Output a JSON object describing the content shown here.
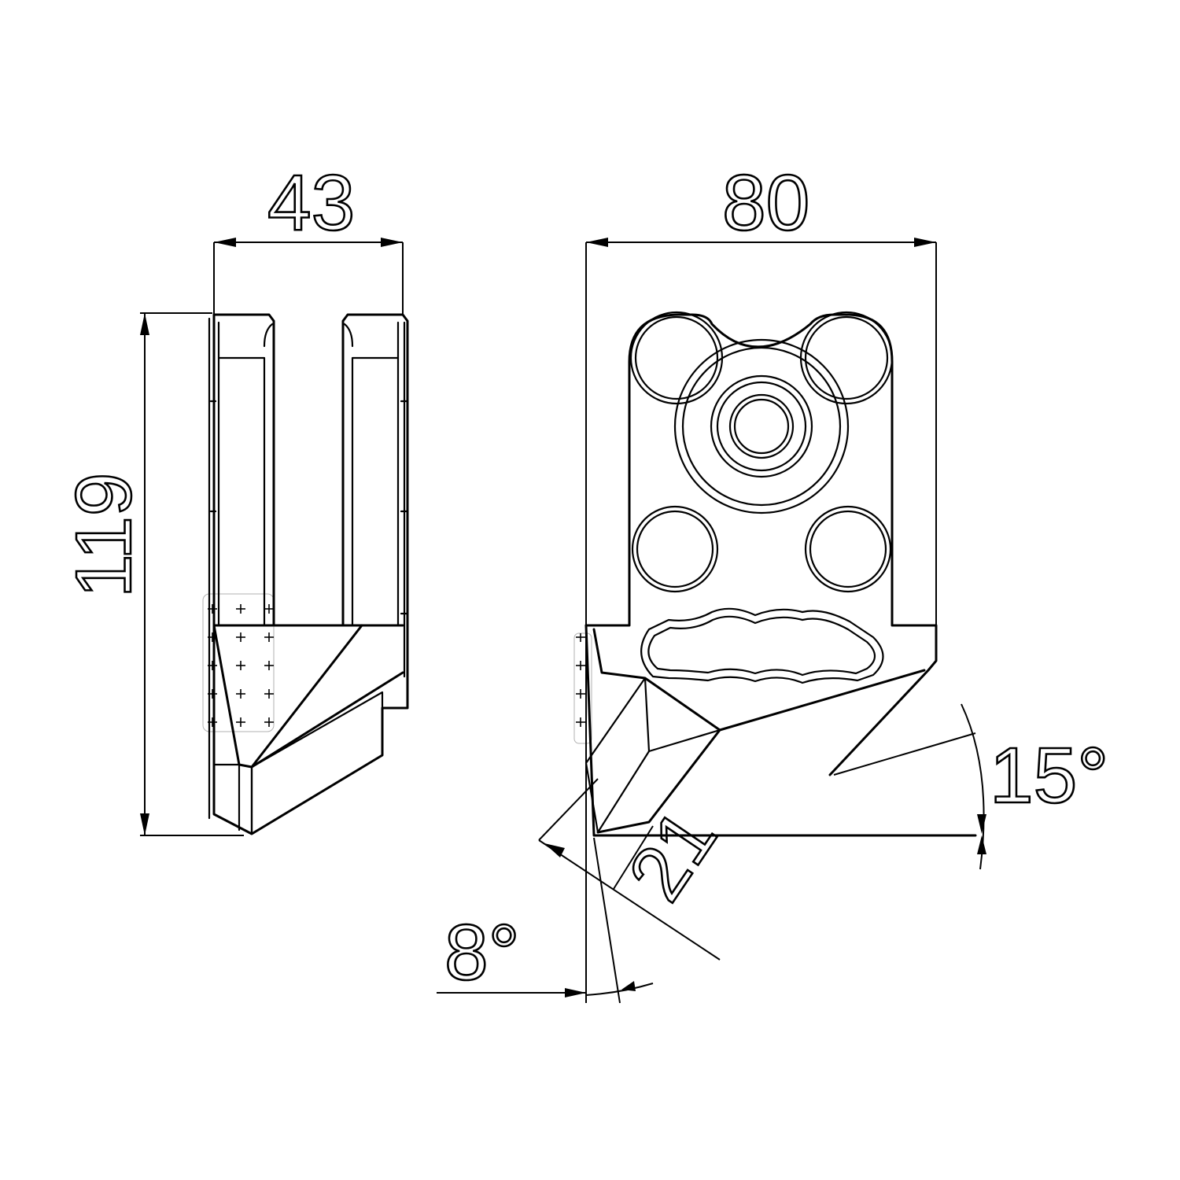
{
  "dimensions": {
    "side_width": "43",
    "front_width": "80",
    "height": "119",
    "tip_angle": "15°",
    "tip_length": "21",
    "clearance_angle": "8°"
  },
  "colors": {
    "line": "#000000",
    "background": "#ffffff"
  }
}
